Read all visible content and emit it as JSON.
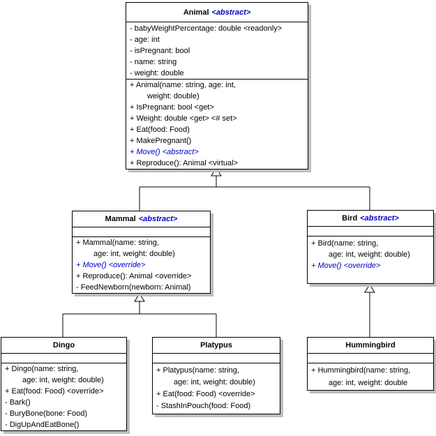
{
  "diagram": {
    "kind": "uml-class-diagram",
    "colors": {
      "background": "#ffffff",
      "border": "#000000",
      "shadow": "#bdbdbd",
      "abstract_blue": "#0000cc"
    },
    "classes": {
      "animal": {
        "name": "Animal",
        "stereotype": "<abstract>",
        "attributes": [
          "- babyWeightPercentage: double <readonly>",
          "- age: int",
          "- isPregnant: bool",
          "- name: string",
          "- weight: double"
        ],
        "methods": [
          "+ Animal(name: string, age: int,",
          "weight: double)",
          "+ IsPregnant: bool <get>",
          "+ Weight: double <get> <# set>",
          "+ Eat(food: Food)",
          "+ MakePregnant()",
          "+ Move() <abstract>",
          "+ Reproduce(): Animal <virtual>"
        ]
      },
      "mammal": {
        "name": "Mammal",
        "stereotype": "<abstract>",
        "attributes": [],
        "methods": [
          "+ Mammal(name: string,",
          "age: int, weight: double)",
          "+ Move() <override>",
          "+ Reproduce(): Animal <override>",
          "- FeedNewborn(newborn: Animal)"
        ]
      },
      "bird": {
        "name": "Bird",
        "stereotype": "<abstract>",
        "attributes": [],
        "methods": [
          "+ Bird(name: string,",
          "age: int, weight: double)",
          "+ Move() <override>"
        ]
      },
      "dingo": {
        "name": "Dingo",
        "attributes": [],
        "methods": [
          "+ Dingo(name: string,",
          "age: int, weight: double)",
          "+ Eat(food: Food) <override>",
          "- Bark()",
          "- BuryBone(bone: Food)",
          "- DigUpAndEatBone()"
        ]
      },
      "platypus": {
        "name": "Platypus",
        "attributes": [],
        "methods": [
          "+ Platypus(name: string,",
          "age: int, weight: double)",
          "+ Eat(food: Food) <override>",
          "- StashInPouch(food: Food)"
        ]
      },
      "hummingbird": {
        "name": "Hummingbird",
        "attributes": [],
        "methods": [
          "+ Hummingbird(name: string,",
          "age: int, weight: double"
        ]
      }
    },
    "relationships": [
      {
        "type": "inheritance",
        "from": "Mammal",
        "to": "Animal"
      },
      {
        "type": "inheritance",
        "from": "Bird",
        "to": "Animal"
      },
      {
        "type": "inheritance",
        "from": "Dingo",
        "to": "Mammal"
      },
      {
        "type": "inheritance",
        "from": "Platypus",
        "to": "Mammal"
      },
      {
        "type": "inheritance",
        "from": "Hummingbird",
        "to": "Bird"
      }
    ]
  }
}
